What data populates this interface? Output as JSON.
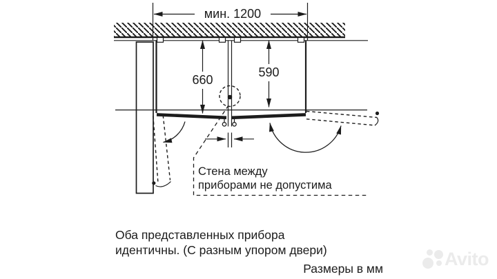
{
  "colors": {
    "ink": "#1c1c1c",
    "background": "#ffffff",
    "watermark": "#ebebeb"
  },
  "diagram": {
    "width_dimension_label": "мин. 1200",
    "depth_with_door_label": "660",
    "depth_cabinet_label": "590",
    "callout_line1": "Стена между",
    "callout_line2": "приборами не допустима",
    "footnote_line1": "Оба представленных прибора",
    "footnote_line2": "идентичны. (С разным упором двери)",
    "units_label": "Размеры в мм"
  },
  "watermark": {
    "brand": "Avito"
  }
}
